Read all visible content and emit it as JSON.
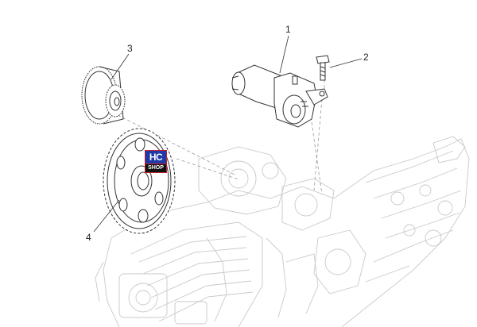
{
  "diagram": {
    "callouts": [
      {
        "id": "starter-motor",
        "label": "1"
      },
      {
        "id": "screw",
        "label": "2"
      },
      {
        "id": "idler-gear",
        "label": "3"
      },
      {
        "id": "starter-gear",
        "label": "4"
      }
    ],
    "logo": {
      "top": "HC",
      "bottom": "SHOP"
    },
    "colors": {
      "line": "#333333",
      "ghost": "#c9c9c9",
      "logo_blue": "#1f3aa6",
      "logo_red": "#c81e2b"
    }
  }
}
